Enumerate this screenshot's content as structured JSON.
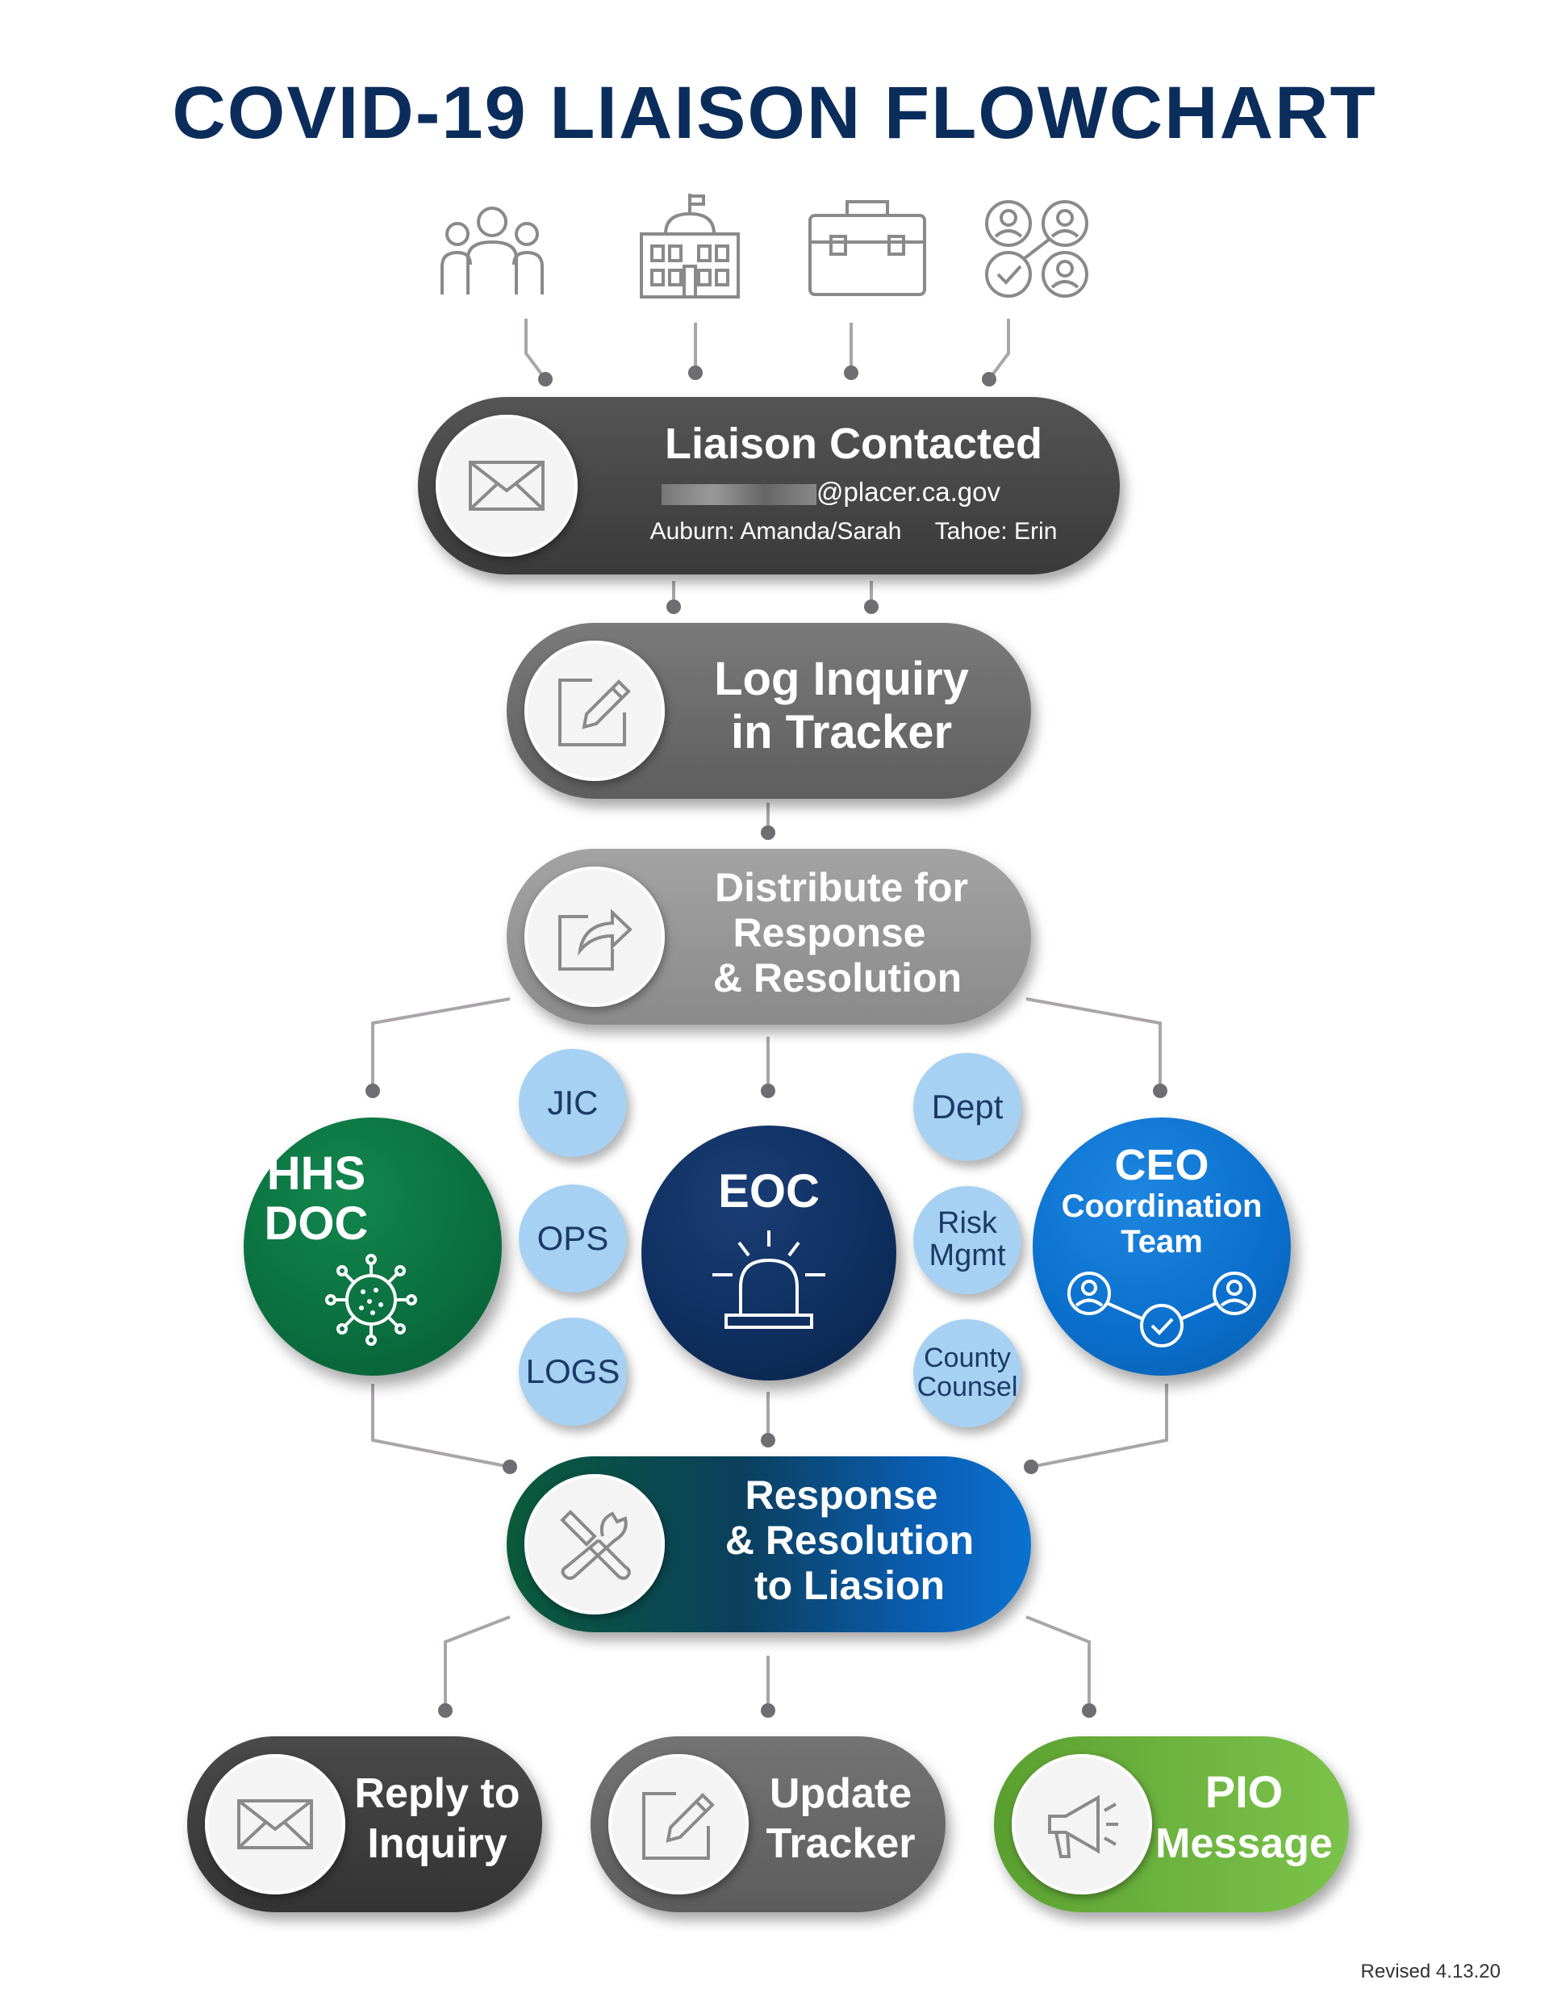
{
  "title": "COVID-19 LIAISON FLOWCHART",
  "top_icons": [
    "people-group-icon",
    "government-building-icon",
    "briefcase-icon",
    "network-check-icon"
  ],
  "liaison": {
    "title": "Liaison Contacted",
    "email_visible": "@placer.ca.gov",
    "contacts": "Auburn: Amanda/Sarah     Tahoe: Erin",
    "icon": "envelope-icon"
  },
  "log": {
    "line1": "Log Inquiry",
    "line2": "in Tracker",
    "icon": "edit-icon"
  },
  "distribute": {
    "line1": "Distribute for",
    "line2": "Response",
    "line3": "& Resolution",
    "icon": "share-icon"
  },
  "hhs": {
    "line1": "HHS",
    "line2": "DOC",
    "icon": "virus-icon"
  },
  "eoc": {
    "label": "EOC",
    "icon": "alarm-light-icon"
  },
  "ceo": {
    "line1": "CEO",
    "line2": "Coordination",
    "line3": "Team",
    "icon": "network-check-icon"
  },
  "left_small": [
    "JIC",
    "OPS",
    "LOGS"
  ],
  "right_small": [
    {
      "line1": "Dept",
      "line2": ""
    },
    {
      "line1": "Risk",
      "line2": "Mgmt"
    },
    {
      "line1": "County",
      "line2": "Counsel"
    }
  ],
  "response": {
    "line1": "Response",
    "line2": "& Resolution",
    "line3": "to Liasion",
    "icon": "tools-icon"
  },
  "reply": {
    "line1": "Reply to",
    "line2": "Inquiry",
    "icon": "envelope-icon"
  },
  "update": {
    "line1": "Update",
    "line2": "Tracker",
    "icon": "edit-icon"
  },
  "pio": {
    "line1": "PIO",
    "line2": "Message",
    "icon": "megaphone-icon"
  },
  "revised": "Revised 4.13.20",
  "colors": {
    "title": "#0b2d5c",
    "hhs_green": "#0a6e3f",
    "eoc_navy": "#0e2e5e",
    "ceo_blue": "#0a6fcc",
    "small_circle": "#a6d1f2",
    "pio_green": "#6db33f",
    "connector": "#aaa5aa",
    "icon_gray": "#8a8a8a"
  }
}
